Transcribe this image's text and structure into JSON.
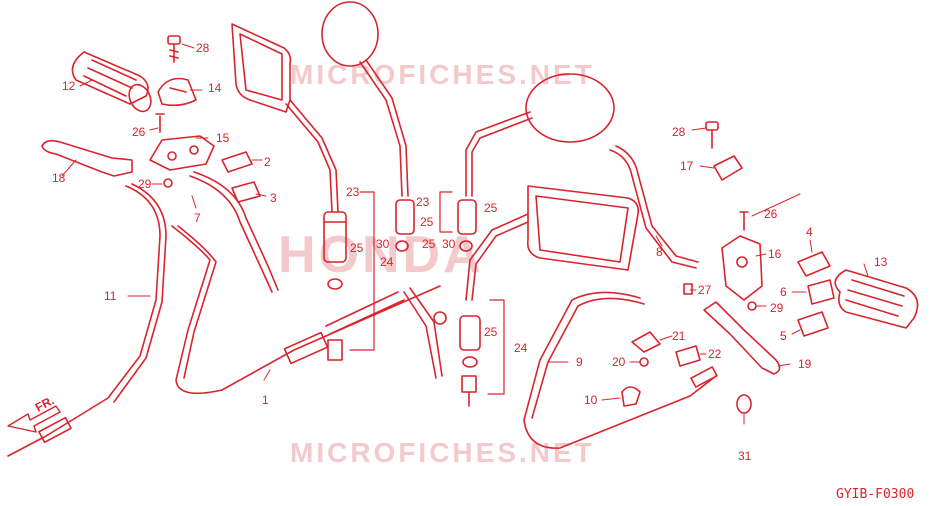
{
  "colors": {
    "ink": "#d8242c",
    "watermark": "#f4c9cb",
    "bg": "#ffffff"
  },
  "watermarks": {
    "site_top": "MICROFICHES.NET",
    "brand": "HONDA",
    "site_bottom": "MICROFICHES.NET"
  },
  "diagram_code": "GYIB-F0300",
  "direction_label": "FR.",
  "callouts": {
    "c1": "1",
    "c2": "2",
    "c3": "3",
    "c4": "4",
    "c5": "5",
    "c6": "6",
    "c7": "7",
    "c8": "8",
    "c9": "9",
    "c10": "10",
    "c11": "11",
    "c12": "12",
    "c13": "13",
    "c14": "14",
    "c15": "15",
    "c16": "16",
    "c17": "17",
    "c18": "18",
    "c19": "19",
    "c20": "20",
    "c21": "21",
    "c22": "22",
    "c23a": "23",
    "c23b": "23",
    "c24a": "24",
    "c24b": "24",
    "c25a": "25",
    "c25b": "25",
    "c25c": "25",
    "c25d": "25",
    "c25e": "25",
    "c26a": "26",
    "c26b": "26",
    "c27": "27",
    "c28a": "28",
    "c28b": "28",
    "c29a": "29",
    "c29b": "29",
    "c30a": "30",
    "c30b": "30",
    "c31": "31"
  }
}
